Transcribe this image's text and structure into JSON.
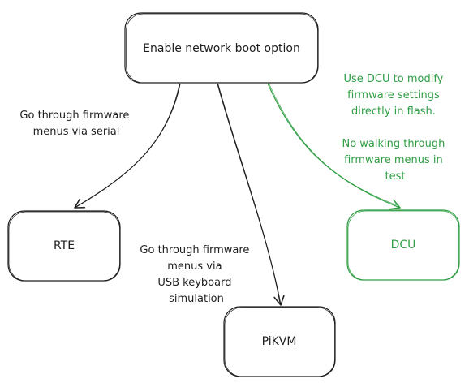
{
  "colors": {
    "stroke": "#1e1e1e",
    "accent": "#2f9e44",
    "background": "#ffffff"
  },
  "nodes": {
    "enable": {
      "label": "Enable network boot option"
    },
    "rte": {
      "label": "RTE"
    },
    "pikvm": {
      "label": "PiKVM"
    },
    "dcu": {
      "label": "DCU"
    }
  },
  "edges": {
    "to_rte": {
      "lines": [
        "Go through firmware",
        "menus via serial"
      ]
    },
    "to_pikvm": {
      "lines": [
        "Go through firmware",
        "menus via",
        "USB keyboard",
        "simulation"
      ]
    },
    "to_dcu": {
      "lines": [
        "Use DCU to modify",
        "firmware settings",
        "directly in flash.",
        "",
        "No walking through",
        "firmware menus in",
        "test"
      ]
    }
  }
}
